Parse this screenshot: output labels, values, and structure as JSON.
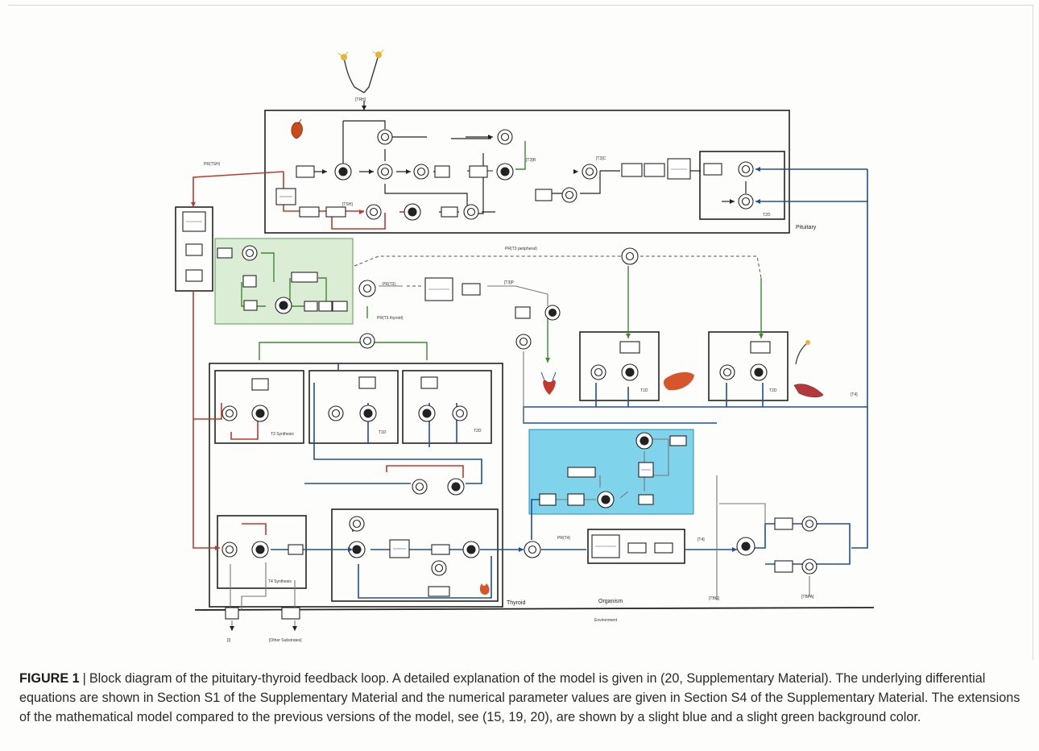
{
  "caption": {
    "label": "FIGURE 1",
    "separator": "|",
    "text": "Block diagram of the pituitary-thyroid feedback loop. A detailed explanation of the model is given in (20, Supplementary Material). The underlying differential equations are shown in Section S1 of the Supplementary Material and the numerical parameter values are given in Section S4 of the Supplementary Material. The extensions of the mathematical model compared to the previous versions of the model, see (15, 19, 20), are shown by a slight blue and a slight green background color."
  },
  "diagram": {
    "compartments": {
      "pituitary": "Pituitary",
      "thyroid": "Thyroid",
      "organism": "Organism",
      "environment": "Environment",
      "t1d_liver": "T1D",
      "t2d_muscle": "T2D",
      "t2d_pituitary": "T2D",
      "t1d_thyroid": "T1D",
      "t2d_thyroid": "T2D",
      "t3_synthesis": "T3\nSynthesis",
      "t4_synthesis": "T4\nSynthesis"
    },
    "signals": {
      "trh_input": "[TRH]",
      "pr_tsh": "PR(TSH)",
      "pr_t3_peripheral": "PR(T3 peripheral)",
      "pr_t3": "PR(T3)",
      "pr_t3_thyroid": "PR(T3 thyroid)",
      "t3p": "[T3]P",
      "t3c": "[T3]C",
      "t3r": "[T3]R",
      "t4": "[T4]",
      "pr_t4": "PR(T4)",
      "tbg": "[TBG]",
      "tbpa": "[TBPA]",
      "iodine": "[I]",
      "other_substrates": "[Other Substrates]",
      "tsh": "[TSH]",
      "t3_p_symbol": "[T3]P"
    },
    "colors": {
      "red_path": "#c0392b",
      "blue_path": "#1f4e99",
      "green_path": "#3c8a2e",
      "green_bg": "#dbeed5",
      "blue_bg": "#7fd3ea",
      "liver": "#d4562a",
      "heart": "#c0392b",
      "muscle": "#b23a3a",
      "neuron": "#e8b530"
    },
    "icons": [
      "neuron-icon",
      "liver-icon",
      "heart-icon",
      "muscle-icon",
      "thyroid-gland-icon",
      "pituitary-icon"
    ]
  }
}
